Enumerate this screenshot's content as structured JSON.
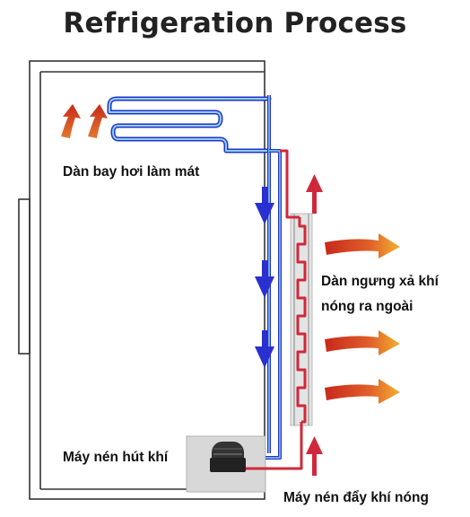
{
  "title": "Refrigeration Process",
  "labels": {
    "evaporator": "Dàn bay hơi làm mát",
    "condenser_line1": "Dàn ngưng xả khí",
    "condenser_line2": "nóng ra ngoài",
    "compressor_suction": "Máy nén hút khí",
    "compressor_discharge": "Máy nén đẩy khí nóng"
  },
  "colors": {
    "cold_pipe": "#2233c8",
    "cold_pipe_light": "#8fd0ee",
    "hot_pipe": "#d0283a",
    "flow_arrow_cold": "#2a2fcf",
    "heat_arrow": "#d03a1a",
    "heat_arrow_tip": "#f2a020",
    "fridge_outline": "#333333",
    "compressor": "#3a3a3a",
    "compressor_base": "#d8d8d8"
  },
  "icons": [
    "heat-rising-arrow",
    "cold-flow-arrow",
    "hot-flow-arrow",
    "heat-release-arrow",
    "compressor-icon"
  ]
}
